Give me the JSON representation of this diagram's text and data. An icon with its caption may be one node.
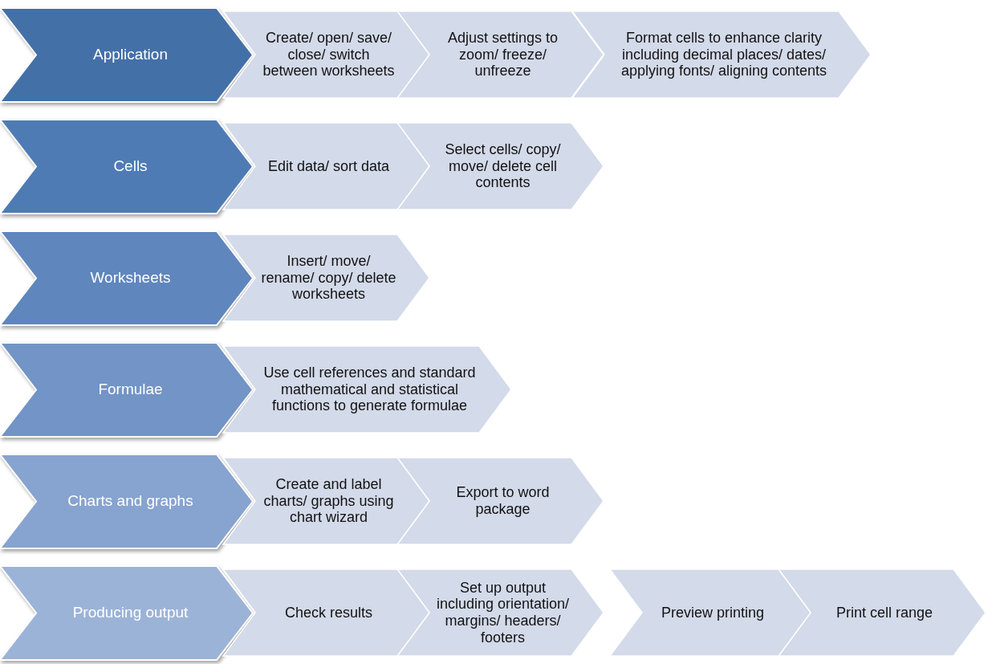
{
  "diagram": {
    "nodes": [
      {
        "text": [
          "Application"
        ]
      },
      {
        "text": [
          "Create/ open/ save/ close/ switch between worksheets"
        ]
      },
      {
        "text": [
          "Adjust settings to zoom/ freeze/ unfreeze"
        ]
      },
      {
        "text": [
          "Format cells to enhance clarity including decimal places/ dates/ applying fonts/ aligning contents"
        ]
      },
      {
        "text": [
          "Cells"
        ]
      },
      {
        "text": [
          "Edit data/ sort data"
        ]
      },
      {
        "text": [
          "Select cells/ copy/ move/ delete cell contents"
        ]
      },
      {
        "text": [
          "Worksheets"
        ]
      },
      {
        "text": [
          "Insert/ move/ rename/ copy/ delete worksheets"
        ]
      },
      {
        "text": [
          "Formulae"
        ]
      },
      {
        "text": [
          "Use cell references and standard mathematical and statistical functions to generate formulae"
        ]
      },
      {
        "text": [
          "Charts and graphs"
        ]
      },
      {
        "text": [
          "Create and label charts/ graphs using chart wizard"
        ]
      },
      {
        "text": [
          "Export to word package"
        ]
      },
      {
        "text": [
          "Producing output"
        ]
      },
      {
        "text": [
          "Check results"
        ]
      },
      {
        "text": [
          "Set up output including orientation/ margins/ headers/ footers"
        ]
      },
      {
        "text": [
          "Preview printing"
        ]
      },
      {
        "text": [
          "Print cell range"
        ]
      }
    ]
  }
}
